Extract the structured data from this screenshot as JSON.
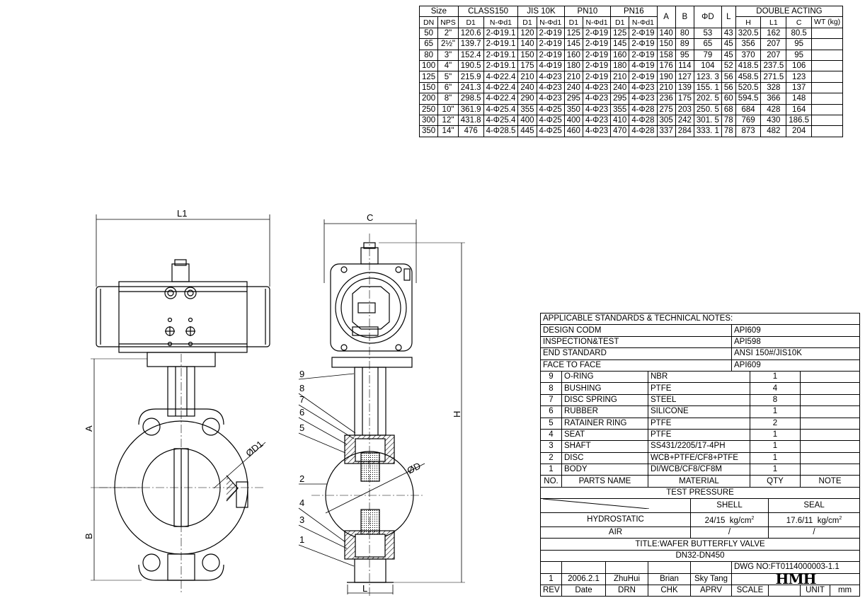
{
  "dimension_table": {
    "groups": {
      "size": "Size",
      "class150": "CLASS150",
      "jis10k": "JIS 10K",
      "pn10": "PN10",
      "pn16": "PN16",
      "a": "A",
      "b": "B",
      "od": "ΦD",
      "l": "L",
      "double_acting": "DOUBLE ACTING"
    },
    "subheaders": [
      "DN",
      "NPS",
      "D1",
      "N-Φd1",
      "D1",
      "N-Φd1",
      "D1",
      "N-Φd1",
      "D1",
      "N-Φd1",
      "H",
      "L1",
      "C",
      "WT (kg)"
    ],
    "rows": [
      [
        "50",
        "2\"",
        "120.6",
        "2-Φ19.1",
        "120",
        "2-Φ19",
        "125",
        "2-Φ19",
        "125",
        "2-Φ19",
        "140",
        "80",
        "53",
        "43",
        "320.5",
        "162",
        "80.5",
        ""
      ],
      [
        "65",
        "2½\"",
        "139.7",
        "2-Φ19.1",
        "140",
        "2-Φ19",
        "145",
        "2-Φ19",
        "145",
        "2-Φ19",
        "150",
        "89",
        "65",
        "45",
        "356",
        "207",
        "95",
        ""
      ],
      [
        "80",
        "3\"",
        "152.4",
        "2-Φ19.1",
        "150",
        "2-Φ19",
        "160",
        "2-Φ19",
        "160",
        "2-Φ19",
        "158",
        "95",
        "79",
        "45",
        "370",
        "207",
        "95",
        ""
      ],
      [
        "100",
        "4\"",
        "190.5",
        "2-Φ19.1",
        "175",
        "4-Φ19",
        "180",
        "2-Φ19",
        "180",
        "4-Φ19",
        "176",
        "114",
        "104",
        "52",
        "418.5",
        "237.5",
        "106",
        ""
      ],
      [
        "125",
        "5\"",
        "215.9",
        "4-Φ22.4",
        "210",
        "4-Φ23",
        "210",
        "2-Φ19",
        "210",
        "2-Φ19",
        "190",
        "127",
        "123. 3",
        "56",
        "458.5",
        "271.5",
        "123",
        ""
      ],
      [
        "150",
        "6\"",
        "241.3",
        "4-Φ22.4",
        "240",
        "4-Φ23",
        "240",
        "4-Φ23",
        "240",
        "4-Φ23",
        "210",
        "139",
        "155. 1",
        "56",
        "520.5",
        "328",
        "137",
        ""
      ],
      [
        "200",
        "8\"",
        "298.5",
        "4-Φ22.4",
        "290",
        "4-Φ23",
        "295",
        "4-Φ23",
        "295",
        "4-Φ23",
        "236",
        "175",
        "202. 5",
        "60",
        "594.5",
        "366",
        "148",
        ""
      ],
      [
        "250",
        "10\"",
        "361.9",
        "4-Φ25.4",
        "355",
        "4-Φ25",
        "350",
        "4-Φ23",
        "355",
        "4-Φ28",
        "275",
        "203",
        "250. 5",
        "68",
        "684",
        "428",
        "164",
        ""
      ],
      [
        "300",
        "12\"",
        "431.8",
        "4-Φ25.4",
        "400",
        "4-Φ25",
        "400",
        "4-Φ23",
        "410",
        "4-Φ28",
        "305",
        "242",
        "301. 5",
        "78",
        "769",
        "430",
        "186.5",
        ""
      ],
      [
        "350",
        "14\"",
        "476",
        "4-Φ28.5",
        "445",
        "4-Φ25",
        "460",
        "4-Φ23",
        "470",
        "4-Φ28",
        "337",
        "284",
        "333. 1",
        "78",
        "873",
        "482",
        "204",
        ""
      ]
    ]
  },
  "drawing_labels": {
    "l1": "L1",
    "c": "C",
    "a": "A",
    "b": "B",
    "h": "H",
    "od1": "ØD1",
    "od": "ØD",
    "l": "L",
    "callouts": [
      "9",
      "8",
      "7",
      "6",
      "5",
      "2",
      "4",
      "3",
      "1"
    ]
  },
  "notes": {
    "header": "APPLICABLE STANDARDS & TECHNICAL NOTES:",
    "standards": [
      {
        "label": "DESIGN CODM",
        "value": "API609"
      },
      {
        "label": "INSPECTION&TEST",
        "value": "API598"
      },
      {
        "label": "END STANDARD",
        "value": "ANSI 150#/JIS10K"
      },
      {
        "label": "FACE TO FACE",
        "value": "API609"
      }
    ],
    "parts": [
      {
        "no": "9",
        "name": "O-RING",
        "material": "NBR",
        "qty": "1",
        "note": ""
      },
      {
        "no": "8",
        "name": "BUSHING",
        "material": "PTFE",
        "qty": "4",
        "note": ""
      },
      {
        "no": "7",
        "name": "DISC SPRING",
        "material": "STEEL",
        "qty": "8",
        "note": ""
      },
      {
        "no": "6",
        "name": "RUBBER",
        "material": "SILICONE",
        "qty": "1",
        "note": ""
      },
      {
        "no": "5",
        "name": "RATAINER RING",
        "material": "PTFE",
        "qty": "2",
        "note": ""
      },
      {
        "no": "4",
        "name": "SEAT",
        "material": "PTFE",
        "qty": "1",
        "note": ""
      },
      {
        "no": "3",
        "name": "SHAFT",
        "material": "SS431/2205/17-4PH",
        "qty": "1",
        "note": ""
      },
      {
        "no": "2",
        "name": "DISC",
        "material": "WCB+PTFE/CF8+PTFE",
        "qty": "1",
        "note": ""
      },
      {
        "no": "1",
        "name": "BODY",
        "material": "DI/WCB/CF8/CF8M",
        "qty": "1",
        "note": ""
      }
    ],
    "parts_header": {
      "no": "NO.",
      "name": "PARTS NAME",
      "material": "MATERIAL",
      "qty": "QTY",
      "note": "NOTE"
    },
    "test_pressure": "TEST PRESSURE",
    "shell": "SHELL",
    "seal": "SEAL",
    "hydrostatic": {
      "label": "HYDROSTATIC",
      "shell_value": "24/15",
      "seal_value": "17.6/11",
      "unit": "kg/cm",
      "unit_exp": "2"
    },
    "air": {
      "label": "AIR",
      "shell_value": "/",
      "seal_value": "/"
    },
    "title": "TITLE:WAFER BUTTERFLY VALVE",
    "range": "DN32-DN450",
    "dwg_no": "DWG NO:FT0114000003-1.1",
    "rev_row": {
      "rev": "1",
      "date": "2006.2.1",
      "drn": "ZhuHui",
      "chk": "Brian",
      "aprv": "Sky Tang"
    },
    "footer": {
      "rev": "REV",
      "date": "Date",
      "drn": "DRN",
      "chk": "CHK",
      "aprv": "APRV",
      "scale": "SCALE",
      "unit": "UNIT",
      "unit_value": "mm"
    },
    "logo_text": "HMH"
  }
}
